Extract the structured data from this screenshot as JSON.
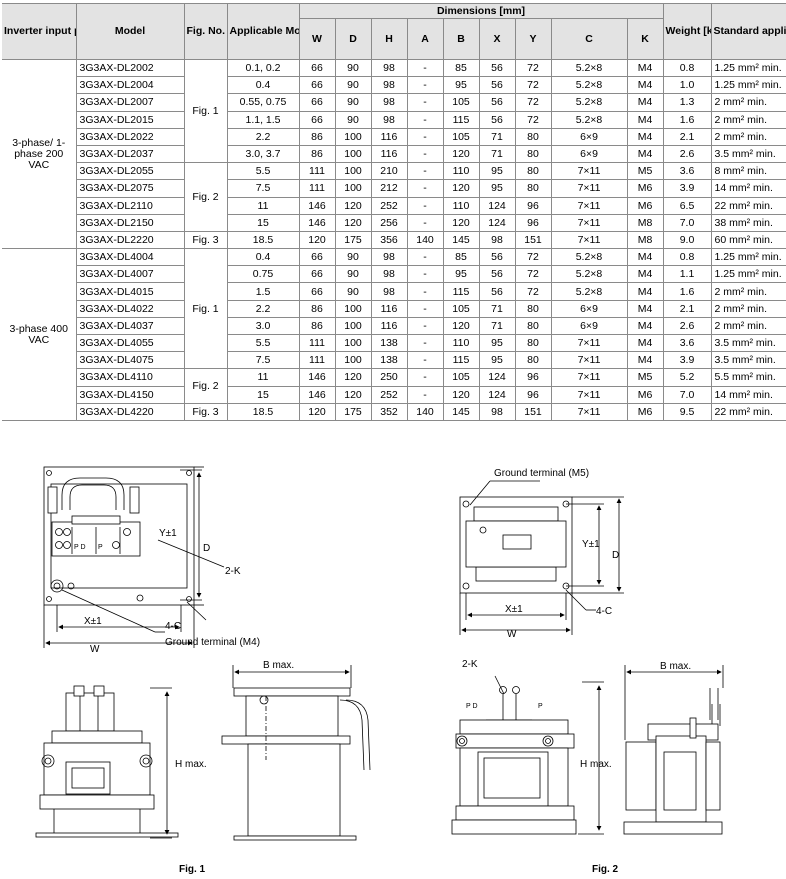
{
  "headers": {
    "supply": "Inverter input power supply",
    "model": "Model",
    "fig": "Fig. No.",
    "capacity": "Applicable Motor capacity [kW]",
    "dimensions": "Dimensions [mm]",
    "weight": "Weight [kg]",
    "wire": "Standard applicable wire",
    "dim_cols": [
      "W",
      "D",
      "H",
      "A",
      "B",
      "X",
      "Y",
      "C",
      "K"
    ]
  },
  "groups": [
    {
      "supply": "3-phase/ 1-phase 200 VAC"
    },
    {
      "supply": "3-phase 400 VAC"
    }
  ],
  "rows": [
    {
      "model": "3G3AX-DL2002",
      "fig": "Fig. 1",
      "kw": "0.1, 0.2",
      "W": "66",
      "D": "90",
      "H": "98",
      "A": "-",
      "B": "85",
      "X": "56",
      "Y": "72",
      "C": "5.2×8",
      "K": "M4",
      "kg": "0.8",
      "wire": "1.25 mm² min."
    },
    {
      "model": "3G3AX-DL2004",
      "fig": "",
      "kw": "0.4",
      "W": "66",
      "D": "90",
      "H": "98",
      "A": "-",
      "B": "95",
      "X": "56",
      "Y": "72",
      "C": "5.2×8",
      "K": "M4",
      "kg": "1.0",
      "wire": "1.25 mm² min."
    },
    {
      "model": "3G3AX-DL2007",
      "fig": "",
      "kw": "0.55, 0.75",
      "W": "66",
      "D": "90",
      "H": "98",
      "A": "-",
      "B": "105",
      "X": "56",
      "Y": "72",
      "C": "5.2×8",
      "K": "M4",
      "kg": "1.3",
      "wire": "2 mm² min."
    },
    {
      "model": "3G3AX-DL2015",
      "fig": "",
      "kw": "1.1, 1.5",
      "W": "66",
      "D": "90",
      "H": "98",
      "A": "-",
      "B": "115",
      "X": "56",
      "Y": "72",
      "C": "5.2×8",
      "K": "M4",
      "kg": "1.6",
      "wire": "2 mm² min."
    },
    {
      "model": "3G3AX-DL2022",
      "fig": "",
      "kw": "2.2",
      "W": "86",
      "D": "100",
      "H": "116",
      "A": "-",
      "B": "105",
      "X": "71",
      "Y": "80",
      "C": "6×9",
      "K": "M4",
      "kg": "2.1",
      "wire": "2 mm² min."
    },
    {
      "model": "3G3AX-DL2037",
      "fig": "",
      "kw": "3.0, 3.7",
      "W": "86",
      "D": "100",
      "H": "116",
      "A": "-",
      "B": "120",
      "X": "71",
      "Y": "80",
      "C": "6×9",
      "K": "M4",
      "kg": "2.6",
      "wire": "3.5 mm² min."
    },
    {
      "model": "3G3AX-DL2055",
      "fig": "Fig. 2",
      "kw": "5.5",
      "W": "111",
      "D": "100",
      "H": "210",
      "A": "-",
      "B": "110",
      "X": "95",
      "Y": "80",
      "C": "7×11",
      "K": "M5",
      "kg": "3.6",
      "wire": "8 mm² min."
    },
    {
      "model": "3G3AX-DL2075",
      "fig": "",
      "kw": "7.5",
      "W": "111",
      "D": "100",
      "H": "212",
      "A": "-",
      "B": "120",
      "X": "95",
      "Y": "80",
      "C": "7×11",
      "K": "M6",
      "kg": "3.9",
      "wire": "14 mm² min."
    },
    {
      "model": "3G3AX-DL2110",
      "fig": "",
      "kw": "11",
      "W": "146",
      "D": "120",
      "H": "252",
      "A": "-",
      "B": "110",
      "X": "124",
      "Y": "96",
      "C": "7×11",
      "K": "M6",
      "kg": "6.5",
      "wire": "22 mm² min."
    },
    {
      "model": "3G3AX-DL2150",
      "fig": "",
      "kw": "15",
      "W": "146",
      "D": "120",
      "H": "256",
      "A": "-",
      "B": "120",
      "X": "124",
      "Y": "96",
      "C": "7×11",
      "K": "M8",
      "kg": "7.0",
      "wire": "38 mm² min."
    },
    {
      "model": "3G3AX-DL2220",
      "fig": "Fig. 3",
      "kw": "18.5",
      "W": "120",
      "D": "175",
      "H": "356",
      "A": "140",
      "B": "145",
      "X": "98",
      "Y": "151",
      "C": "7×11",
      "K": "M8",
      "kg": "9.0",
      "wire": "60 mm² min."
    },
    {
      "model": "3G3AX-DL4004",
      "fig": "Fig. 1",
      "kw": "0.4",
      "W": "66",
      "D": "90",
      "H": "98",
      "A": "-",
      "B": "85",
      "X": "56",
      "Y": "72",
      "C": "5.2×8",
      "K": "M4",
      "kg": "0.8",
      "wire": "1.25 mm² min."
    },
    {
      "model": "3G3AX-DL4007",
      "fig": "",
      "kw": "0.75",
      "W": "66",
      "D": "90",
      "H": "98",
      "A": "-",
      "B": "95",
      "X": "56",
      "Y": "72",
      "C": "5.2×8",
      "K": "M4",
      "kg": "1.1",
      "wire": "1.25 mm² min."
    },
    {
      "model": "3G3AX-DL4015",
      "fig": "",
      "kw": "1.5",
      "W": "66",
      "D": "90",
      "H": "98",
      "A": "-",
      "B": "115",
      "X": "56",
      "Y": "72",
      "C": "5.2×8",
      "K": "M4",
      "kg": "1.6",
      "wire": "2 mm² min."
    },
    {
      "model": "3G3AX-DL4022",
      "fig": "",
      "kw": "2.2",
      "W": "86",
      "D": "100",
      "H": "116",
      "A": "-",
      "B": "105",
      "X": "71",
      "Y": "80",
      "C": "6×9",
      "K": "M4",
      "kg": "2.1",
      "wire": "2 mm² min."
    },
    {
      "model": "3G3AX-DL4037",
      "fig": "",
      "kw": "3.0",
      "W": "86",
      "D": "100",
      "H": "116",
      "A": "-",
      "B": "120",
      "X": "71",
      "Y": "80",
      "C": "6×9",
      "K": "M4",
      "kg": "2.6",
      "wire": "2 mm² min."
    },
    {
      "model": "3G3AX-DL4055",
      "fig": "",
      "kw": "5.5",
      "W": "111",
      "D": "100",
      "H": "138",
      "A": "-",
      "B": "110",
      "X": "95",
      "Y": "80",
      "C": "7×11",
      "K": "M4",
      "kg": "3.6",
      "wire": "3.5 mm² min."
    },
    {
      "model": "3G3AX-DL4075",
      "fig": "",
      "kw": "7.5",
      "W": "111",
      "D": "100",
      "H": "138",
      "A": "-",
      "B": "115",
      "X": "95",
      "Y": "80",
      "C": "7×11",
      "K": "M4",
      "kg": "3.9",
      "wire": "3.5 mm² min."
    },
    {
      "model": "3G3AX-DL4110",
      "fig": "Fig. 2",
      "kw": "11",
      "W": "146",
      "D": "120",
      "H": "250",
      "A": "-",
      "B": "105",
      "X": "124",
      "Y": "96",
      "C": "7×11",
      "K": "M5",
      "kg": "5.2",
      "wire": "5.5 mm² min."
    },
    {
      "model": "3G3AX-DL4150",
      "fig": "",
      "kw": "15",
      "W": "146",
      "D": "120",
      "H": "252",
      "A": "-",
      "B": "120",
      "X": "124",
      "Y": "96",
      "C": "7×11",
      "K": "M6",
      "kg": "7.0",
      "wire": "14 mm² min."
    },
    {
      "model": "3G3AX-DL4220",
      "fig": "Fig. 3",
      "kw": "18.5",
      "W": "120",
      "D": "175",
      "H": "352",
      "A": "140",
      "B": "145",
      "X": "98",
      "Y": "151",
      "C": "7×11",
      "K": "M6",
      "kg": "9.5",
      "wire": "22 mm² min."
    }
  ],
  "fig1": {
    "caption": "Fig. 1",
    "y_label": "Y±1",
    "d_label": "D",
    "k_label": "2-K",
    "c_label": "4-C",
    "x_label": "X±1",
    "w_label": "W",
    "ground": "Ground terminal (M4)",
    "h_label": "H max.",
    "b_label": "B max.",
    "pd": "P D",
    "p": "P"
  },
  "fig2": {
    "caption": "Fig. 2",
    "ground": "Ground terminal (M5)",
    "y_label": "Y±1",
    "d_label": "D",
    "c_label": "4-C",
    "x_label": "X±1",
    "w_label": "W",
    "k_label": "2-K",
    "pd": "P D",
    "p": "P",
    "h_label": "H max.",
    "b_label": "B max."
  }
}
